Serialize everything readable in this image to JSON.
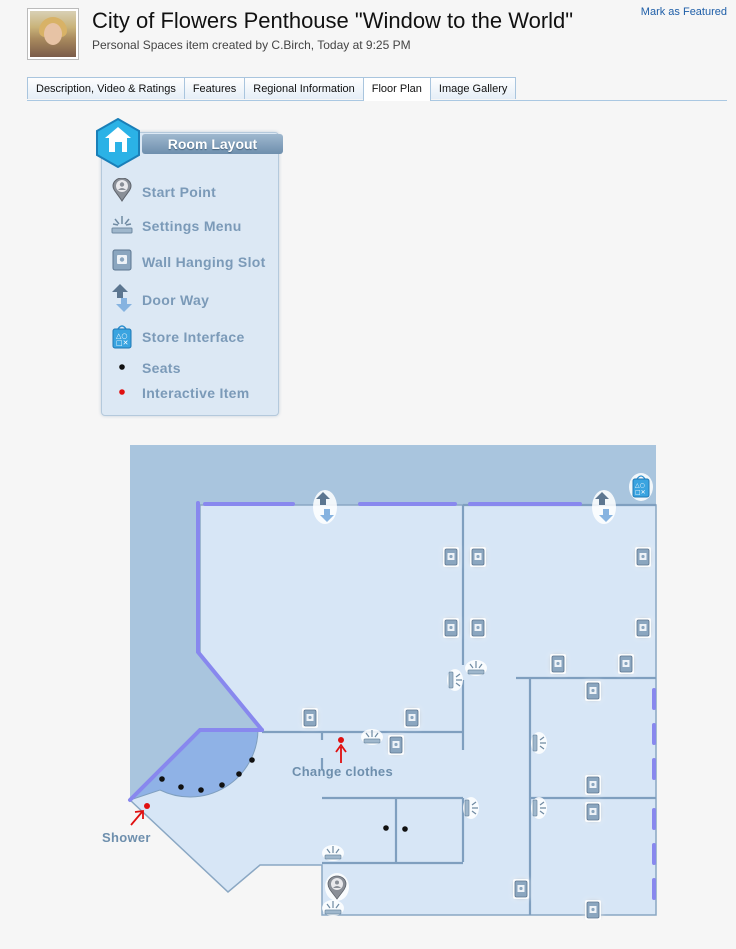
{
  "header": {
    "title": "City of Flowers Penthouse \"Window to the World\"",
    "subtitle": "Personal Spaces item created by C.Birch, Today at 9:25 PM",
    "featured_link": "Mark as Featured"
  },
  "tabs": [
    {
      "label": "Description, Video & Ratings",
      "active": false
    },
    {
      "label": "Features",
      "active": false
    },
    {
      "label": "Regional Information",
      "active": false
    },
    {
      "label": "Floor Plan",
      "active": true
    },
    {
      "label": "Image Gallery",
      "active": false
    }
  ],
  "legend": {
    "title": "Room Layout",
    "items": [
      {
        "label": "Start Point",
        "icon": "start-point-icon"
      },
      {
        "label": "Settings Menu",
        "icon": "settings-menu-icon"
      },
      {
        "label": "Wall Hanging Slot",
        "icon": "wall-hanging-slot-icon"
      },
      {
        "label": "Door Way",
        "icon": "door-way-icon"
      },
      {
        "label": "Store Interface",
        "icon": "store-interface-icon"
      },
      {
        "label": "Seats",
        "icon": "seat-dot-icon"
      },
      {
        "label": "Interactive Item",
        "icon": "interactive-item-dot-icon"
      }
    ]
  },
  "floorplan": {
    "labels": {
      "change_clothes": "Change clothes",
      "shower": "Shower"
    }
  },
  "colors": {
    "floor": "#d7e6f6",
    "outside": "#a9c5de",
    "wall": "#7f9fbf",
    "window": "#8888ee",
    "seat": "#111111",
    "interactive": "#e01010",
    "link": "#1f5fa8"
  }
}
